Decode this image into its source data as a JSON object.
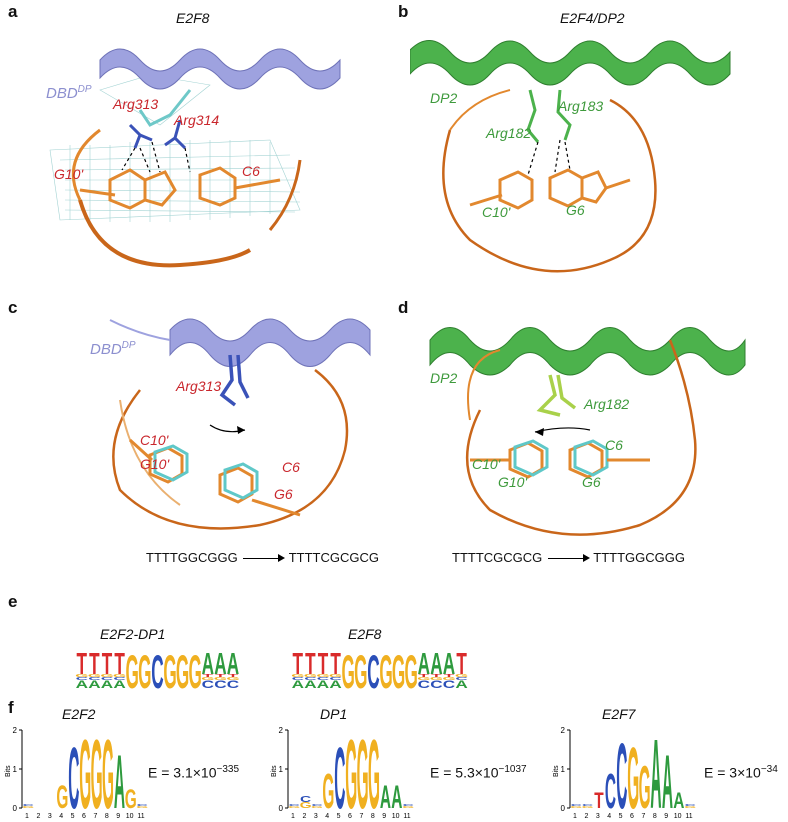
{
  "panels": {
    "a": {
      "letter": "a",
      "title": "E2F8",
      "labels": {
        "dbd": "DBD",
        "dbd_sup": "DP",
        "arg313": "Arg313",
        "arg314": "Arg314",
        "g10": "G10'",
        "c6": "C6"
      }
    },
    "b": {
      "letter": "b",
      "title": "E2F4/DP2",
      "labels": {
        "dp2": "DP2",
        "arg183": "Arg183",
        "arg182": "Arg182",
        "c10": "C10'",
        "g6": "G6"
      }
    },
    "c": {
      "letter": "c",
      "labels": {
        "dbd": "DBD",
        "dbd_sup": "DP",
        "arg313": "Arg313",
        "c10": "C10'",
        "g10": "G10'",
        "c6": "C6",
        "g6": "G6"
      },
      "seq_from": "TTTTGGCGGG",
      "seq_to": "TTTTCGCGCG"
    },
    "d": {
      "letter": "d",
      "labels": {
        "dp2": "DP2",
        "arg182": "Arg182",
        "c10": "C10'",
        "c6": "C6",
        "g10": "G10'",
        "g6": "G6"
      },
      "seq_from": "TTTTCGCGCG",
      "seq_to": "TTTTGGCGGG"
    },
    "e": {
      "letter": "e",
      "logo1_title": "E2F2-DP1",
      "logo2_title": "E2F8",
      "logo1_seq": "TTTTGGCGGGAAA",
      "logo2_seq": "TTTTGGCGGGAAAT"
    },
    "f": {
      "letter": "f",
      "logos": [
        {
          "title": "E2F2",
          "evalue_prefix": "E = 3.1×10",
          "evalue_exp": "−335"
        },
        {
          "title": "DP1",
          "evalue_prefix": "E = 5.3×10",
          "evalue_exp": "−1037"
        },
        {
          "title": "E2F7",
          "evalue_prefix": "E = 3×10",
          "evalue_exp": "−34"
        }
      ],
      "axis_label": "Bits",
      "y_ticks": [
        "2",
        "1",
        "0"
      ],
      "x_ticks": [
        "1",
        "2",
        "3",
        "4",
        "5",
        "6",
        "7",
        "8",
        "9",
        "10",
        "11"
      ]
    }
  },
  "colors": {
    "helix_blue": "#9ea2df",
    "helix_green": "#4cb24c",
    "dna_orange": "#e2882e",
    "label_red": "#c9262c",
    "label_green": "#3e9a3c",
    "base_A": "#2e9a3e",
    "base_C": "#2b4fb8",
    "base_G": "#f0b020",
    "base_T": "#d92b2b"
  }
}
